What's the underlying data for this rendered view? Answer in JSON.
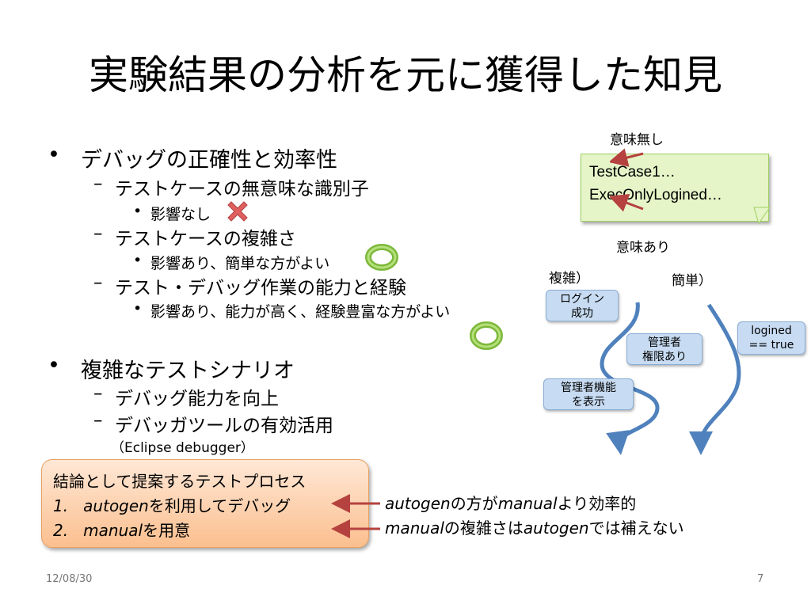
{
  "title": "実験結果の分析を元に獲得した知見",
  "bullets": {
    "b1": "デバッグの正確性と効率性",
    "b1_s1": "テストケースの無意味な識別子",
    "b1_s1_d1": "影響なし",
    "b1_s2": "テストケースの複雑さ",
    "b1_s2_d1": "影響あり、簡単な方がよい",
    "b1_s3": "テスト・デバッグ作業の能力と経験",
    "b1_s3_d1": "影響あり、能力が高く、経験豊富な方がよい",
    "b2": "複雑なテストシナリオ",
    "b2_s1": "デバッグ能力を向上",
    "b2_s2": "デバッガツールの有効活用",
    "b2_s2_note": "（Eclipse debugger）"
  },
  "marks": {
    "dot": "•",
    "dash": "–"
  },
  "code": {
    "label_top": "意味無し",
    "line1": "TestCase1…",
    "line2": "ExecOnlyLogined…",
    "label_bottom": "意味あり"
  },
  "diagram": {
    "complex": "複雑）",
    "simple": "簡単）",
    "callout_login": "ログイン\n成功",
    "callout_admin": "管理者\n権限あり",
    "callout_admin_func": "管理者機能\nを表示",
    "callout_logined": "logined\n== true"
  },
  "conclusion": {
    "title": "結論として提案するテストプロセス",
    "item1_num": "1.",
    "item1_em": "autogen",
    "item1_rest": "を利用してデバッグ",
    "item2_num": "2.",
    "item2_em": "manual",
    "item2_rest": "を用意"
  },
  "notes": {
    "n1_em1": "autogen",
    "n1_mid": "の方が",
    "n1_em2": "manual",
    "n1_end": "より効率的",
    "n2_em1": "manual",
    "n2_mid": "の複雑さは",
    "n2_em2": "autogen",
    "n2_end": "では補えない"
  },
  "footer": {
    "date": "12/08/30",
    "page": "7"
  },
  "icons": {
    "cross": "cross-mark-icon",
    "circle": "circle-mark-icon"
  },
  "colors": {
    "arrow": "#b5423f",
    "flow": "#4f81bd",
    "code_bg": "#e6f5c8",
    "callout_bg": "#c7dbf2",
    "accent_orange": "#fbbf8f"
  }
}
